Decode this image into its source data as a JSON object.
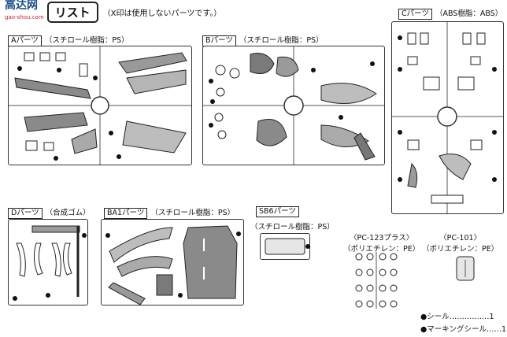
{
  "header": {
    "logo_text": "高达网",
    "logo_url": "gao-shou.com",
    "title": "リスト",
    "note": "（X印は使用しないパーツです。）"
  },
  "sections": {
    "A": {
      "name": "Aパーツ",
      "material": "（スチロール樹脂：PS）"
    },
    "B": {
      "name": "Bパーツ",
      "material": "（スチロール樹脂：PS）"
    },
    "C": {
      "name": "Cパーツ",
      "material": "（ABS樹脂：ABS）"
    },
    "D": {
      "name": "Dパーツ",
      "material": "（合成ゴム）"
    },
    "BA1": {
      "name": "BA1パーツ",
      "material": "（スチロール樹脂：PS）"
    },
    "SB6": {
      "name": "SB6パーツ",
      "material": "（スチロール樹脂：PS）"
    },
    "PC123": {
      "name": "〈PC-123プラス〉",
      "material": "（ポリエチレン：PE）"
    },
    "PC101": {
      "name": "〈PC-101〉",
      "material": "（ポリエチレン：PE）"
    }
  },
  "footer": {
    "seal": "●シール‥‥‥‥‥‥‥‥1",
    "marking_seal": "●マーキングシール‥‥‥1"
  },
  "colors": {
    "line": "#333333",
    "fill_dark": "#7a7a7a",
    "fill_mid": "#bdbdbd"
  }
}
